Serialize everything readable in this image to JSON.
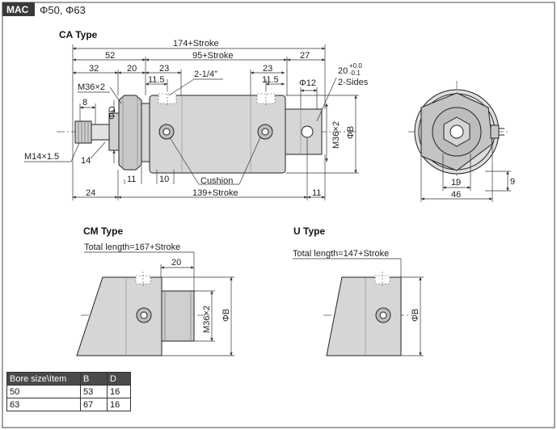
{
  "header": {
    "badge": "MAC",
    "series": "Φ50, Φ63"
  },
  "ca_type": {
    "title": "CA Type",
    "dims": {
      "overall": "174+Stroke",
      "d52": "52",
      "d95": "95+Stroke",
      "d27": "27",
      "d32": "32",
      "d20": "20",
      "d23a": "23",
      "d23b": "23",
      "d11_5a": "11.5",
      "d11_5b": "11.5",
      "port": "2-1/4\"",
      "phi12": "Φ12",
      "pin_tol_main": "20",
      "pin_tol_upper": "+0.0",
      "pin_tol_lower": "-0.1",
      "two_sides": "2-Sides",
      "m36_left": "M36×2",
      "d8": "8",
      "phiD": "ΦD",
      "m14": "M14×1.5",
      "d14": "14",
      "d11a": "11",
      "d10": "10",
      "cushion": "Cushion",
      "m36_right": "M36×2",
      "phiB": "ΦB",
      "d24": "24",
      "d139": "139+Stroke",
      "d11b": "11",
      "d19": "19",
      "d46": "46",
      "d9": "9"
    }
  },
  "cm_type": {
    "title": "CM Type",
    "total_length": "Total length=167+Stroke",
    "d20": "20",
    "m36": "M36×2",
    "phiB": "ΦB"
  },
  "u_type": {
    "title": "U Type",
    "total_length": "Total length=147+Stroke",
    "phiB": "ΦB"
  },
  "table": {
    "headers": [
      "Bore size\\Item",
      "B",
      "D"
    ],
    "rows": [
      [
        "50",
        "53",
        "16"
      ],
      [
        "63",
        "67",
        "16"
      ]
    ]
  },
  "colors": {
    "body_fill": "#d6d6d6",
    "body_dark": "#bdbdbd",
    "header_badge": "#3a3a3a",
    "table_header": "#4a4a4a"
  }
}
